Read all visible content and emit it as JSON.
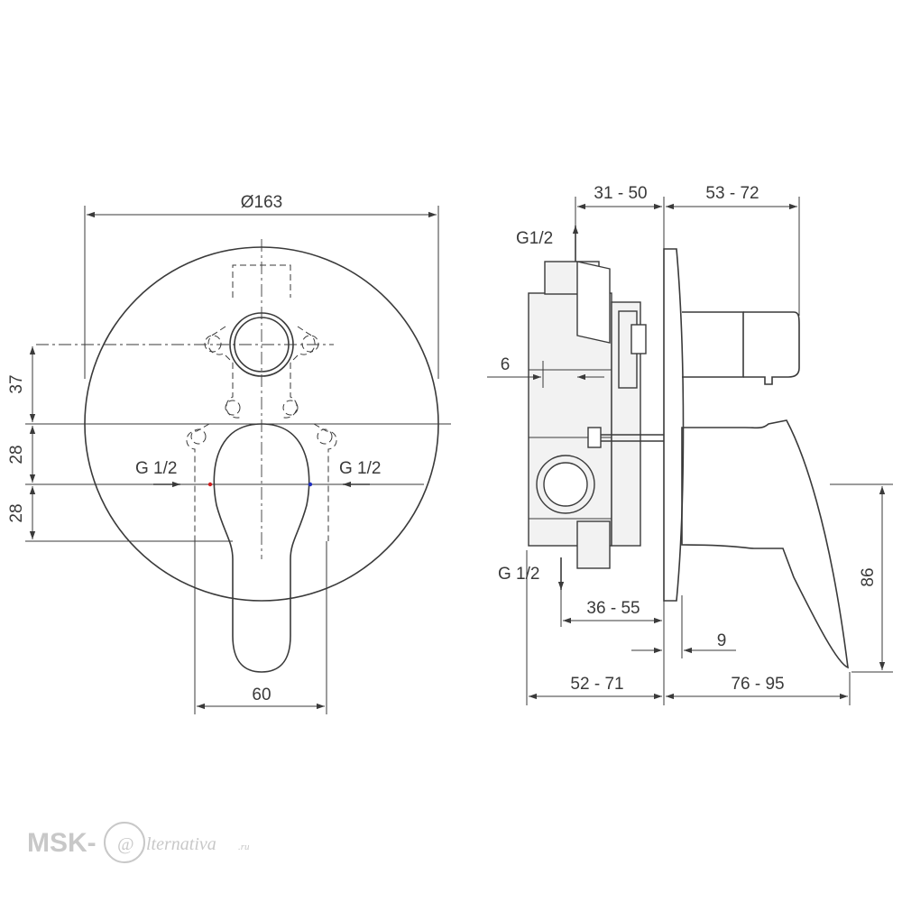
{
  "front_view": {
    "dimensions": {
      "diameter": "Ø163",
      "v1": "37",
      "v2": "28",
      "v3": "28",
      "handle_width": "60"
    },
    "ports": {
      "left": "G 1/2",
      "right": "G 1/2"
    }
  },
  "side_view": {
    "ports": {
      "top": "G1/2",
      "bottom": "G 1/2"
    },
    "dimensions": {
      "top_left": "31 - 50",
      "top_right": "53 - 72",
      "wall_offset": "6",
      "mid": "36 - 55",
      "plate": "9",
      "bottom_left": "52 - 71",
      "bottom_right": "76 - 95",
      "height": "86"
    }
  },
  "watermark": {
    "prefix": "MSK-",
    "at": "@",
    "suffix": "lternativa",
    "domain": ".ru"
  }
}
